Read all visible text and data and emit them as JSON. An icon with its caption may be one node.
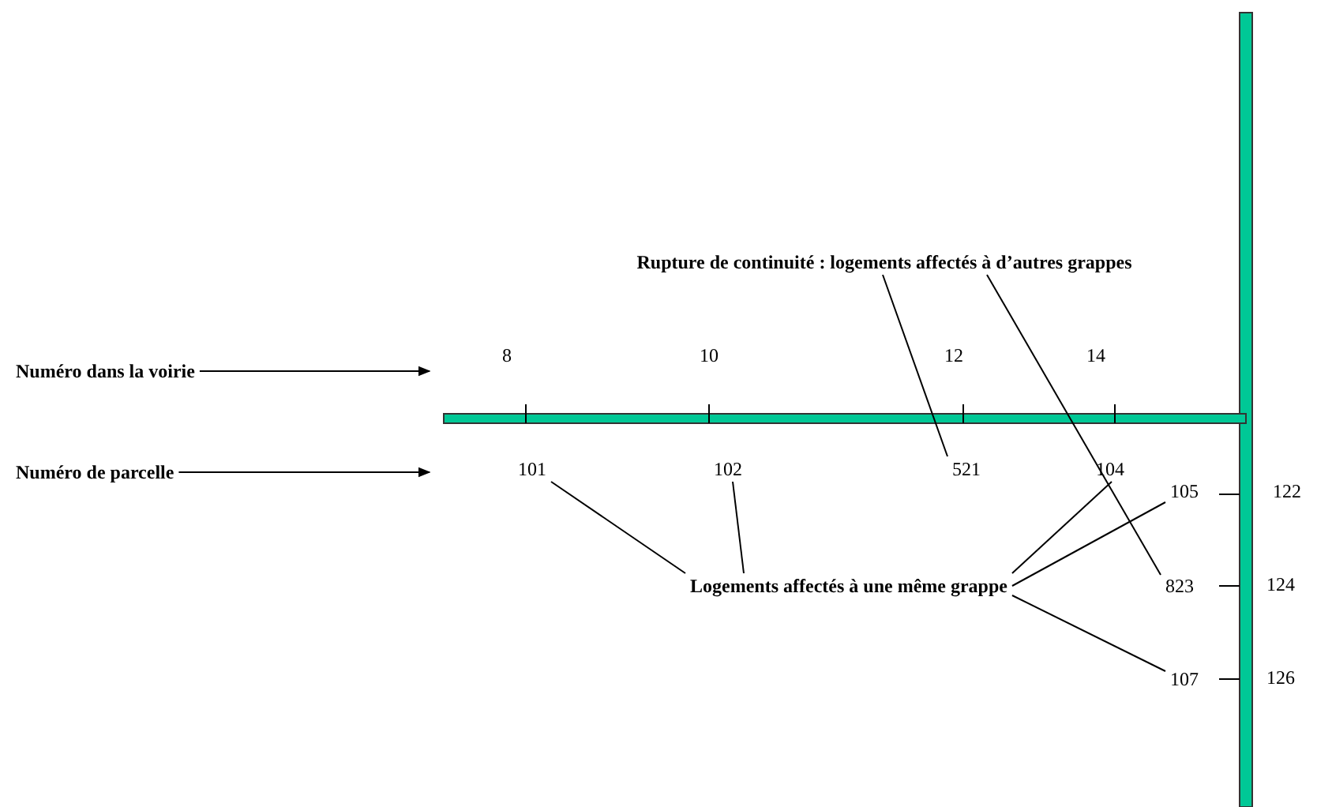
{
  "diagram": {
    "nodes": [
      {
        "text": [
          "Numéro dans la voirie"
        ]
      },
      {
        "text": [
          "Numéro de parcelle"
        ]
      },
      {
        "text": [
          "Rupture de continuité : logements affectés à d’autres grappes"
        ]
      },
      {
        "text": [
          "521"
        ]
      },
      {
        "text": [
          "823"
        ]
      },
      {
        "text": [
          "Logements affectés à une même grappe"
        ]
      },
      {
        "text": [
          "101"
        ]
      },
      {
        "text": [
          "102"
        ]
      },
      {
        "text": [
          "104"
        ]
      },
      {
        "text": [
          "105"
        ]
      },
      {
        "text": [
          "107"
        ]
      }
    ],
    "edges": [
      {
        "from": 0,
        "to": null,
        "arrow": "to"
      },
      {
        "from": 1,
        "to": null,
        "arrow": "to"
      },
      {
        "from": 2,
        "to": 3,
        "arrow": "none"
      },
      {
        "from": 2,
        "to": 4,
        "arrow": "none"
      },
      {
        "from": 5,
        "to": 6,
        "arrow": "none"
      },
      {
        "from": 5,
        "to": 7,
        "arrow": "none"
      },
      {
        "from": 5,
        "to": 8,
        "arrow": "none"
      },
      {
        "from": 5,
        "to": 9,
        "arrow": "none"
      },
      {
        "from": 5,
        "to": 10,
        "arrow": "none"
      }
    ],
    "labels": [
      "8",
      "10",
      "12",
      "14",
      "122",
      "124",
      "126"
    ]
  }
}
